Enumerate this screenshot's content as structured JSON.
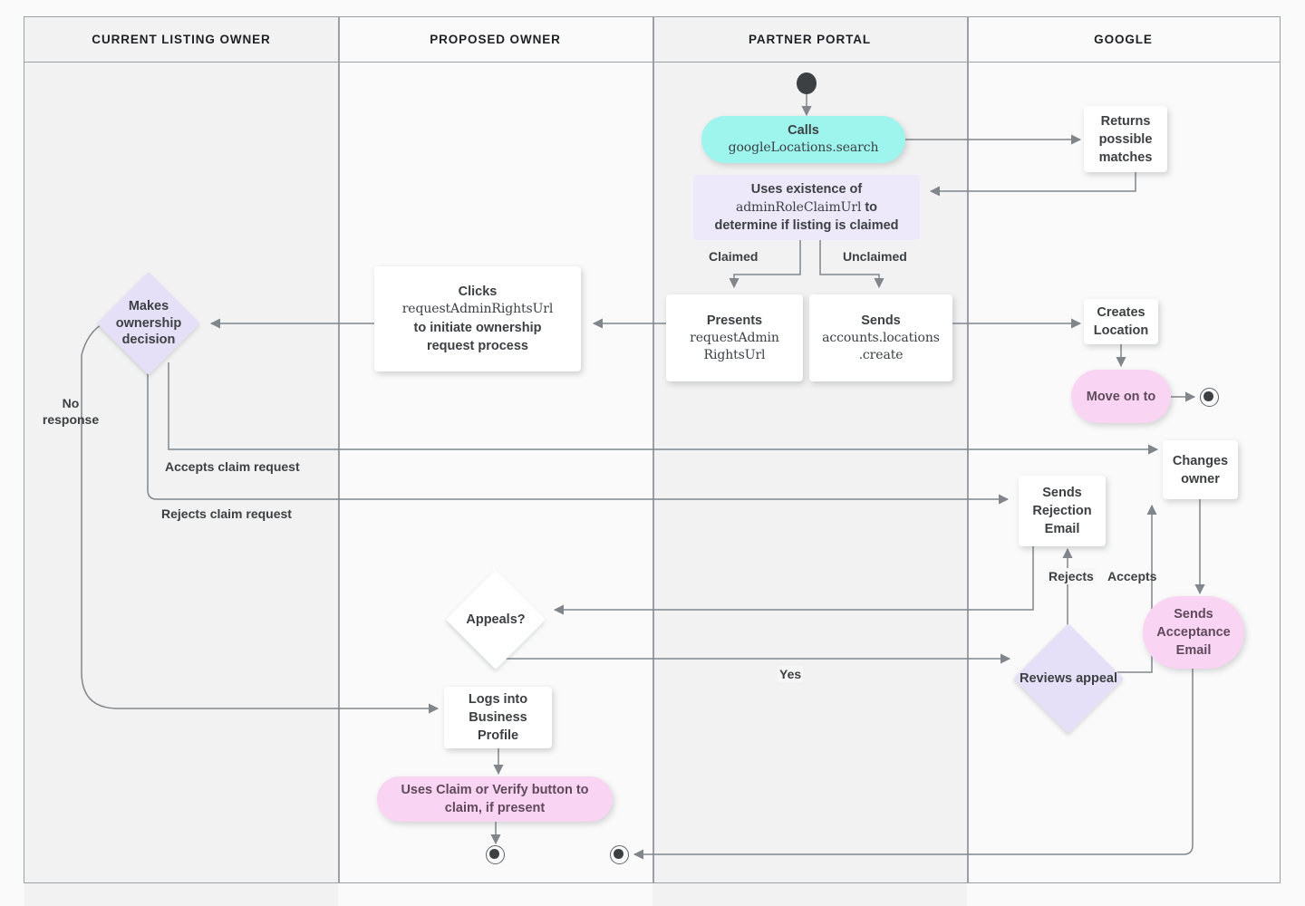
{
  "lanes": [
    {
      "id": "current-listing-owner",
      "label": "CURRENT LISTING OWNER"
    },
    {
      "id": "proposed-owner",
      "label": "PROPOSED OWNER"
    },
    {
      "id": "partner-portal",
      "label": "PARTNER PORTAL"
    },
    {
      "id": "google",
      "label": "GOOGLE"
    }
  ],
  "colors": {
    "cyan": "#9DF5ED",
    "pink": "#FAD4F3",
    "lavender": "#EDE9FA",
    "diamond": "#E5E0F7",
    "lane_border": "#9AA0A6",
    "edge": "#80868B",
    "text": "#3C4043"
  },
  "nodes": {
    "start": {
      "name": "start-node",
      "label": ""
    },
    "calls_search": {
      "line1": "Calls",
      "line2": "googleLocations.search"
    },
    "returns_matches": {
      "label": "Returns possible matches"
    },
    "uses_existence": {
      "line1": "Uses existence of",
      "line2": "adminRoleClaimUrl",
      "line2_suffix": " to",
      "line3": "determine if listing is claimed"
    },
    "presents_url": {
      "line1": "Presents",
      "line2": "requestAdmin",
      "line3": "RightsUrl"
    },
    "sends_create": {
      "line1": "Sends",
      "line2": "accounts.locations",
      "line3": ".create"
    },
    "creates_location": {
      "label": "Creates Location"
    },
    "move_on_to": {
      "label": "Move on to"
    },
    "clicks_request": {
      "line1": "Clicks",
      "line2": "requestAdminRightsUrl",
      "line3": "to initiate ownership",
      "line4": "request process"
    },
    "makes_decision": {
      "label": "Makes ownership decision"
    },
    "changes_owner": {
      "label": "Changes owner"
    },
    "sends_rejection": {
      "label": "Sends Rejection Email"
    },
    "sends_acceptance": {
      "label": "Sends Acceptance Email"
    },
    "appeals": {
      "label": "Appeals?"
    },
    "reviews_appeal": {
      "label": "Reviews appeal"
    },
    "logs_into": {
      "label": "Logs into Business Profile"
    },
    "uses_claim_verify": {
      "label": "Uses Claim or Verify button to claim, if present"
    },
    "end_move_on": {
      "name": "end-node-move-on"
    },
    "end_claim": {
      "name": "end-node-claim"
    },
    "end_acceptance": {
      "name": "end-node-acceptance"
    }
  },
  "edge_labels": {
    "claimed": "Claimed",
    "unclaimed": "Unclaimed",
    "no_response": "No response",
    "accepts_claim": "Accepts claim request",
    "rejects_claim": "Rejects claim request",
    "rejects": "Rejects",
    "accepts": "Accepts",
    "yes": "Yes"
  }
}
